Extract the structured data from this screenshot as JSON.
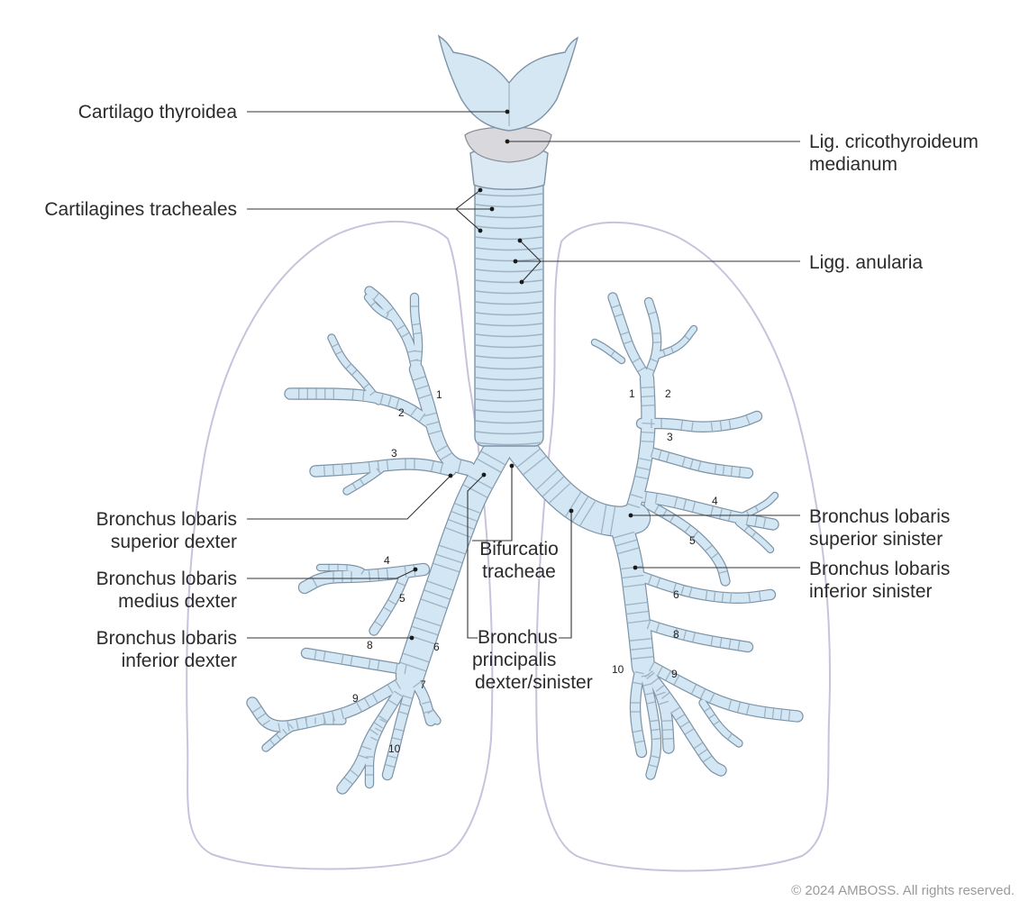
{
  "figure": {
    "labels": {
      "cartilago_thyroidea": "Cartilago thyroidea",
      "lig_cricothyroideum_1": "Lig. cricothyroideum",
      "lig_cricothyroideum_2": "medianum",
      "cartilagines_tracheales": "Cartilagines tracheales",
      "ligg_anularia": "Ligg. anularia",
      "bronchus_sup_dexter_1": "Bronchus lobaris",
      "bronchus_sup_dexter_2": "superior dexter",
      "bronchus_medius_dexter_1": "Bronchus lobaris",
      "bronchus_medius_dexter_2": "medius dexter",
      "bronchus_inf_dexter_1": "Bronchus lobaris",
      "bronchus_inf_dexter_2": "inferior dexter",
      "bifurcatio_1": "Bifurcatio",
      "bifurcatio_2": "tracheae",
      "bronchus_principalis_1": "Bronchus",
      "bronchus_principalis_2": "principalis",
      "bronchus_principalis_3": "dexter/sinister",
      "bronchus_sup_sinister_1": "Bronchus lobaris",
      "bronchus_sup_sinister_2": "superior sinister",
      "bronchus_inf_sinister_1": "Bronchus lobaris",
      "bronchus_inf_sinister_2": "inferior sinister"
    },
    "segment_numbers": {
      "right": [
        "1",
        "2",
        "3",
        "4",
        "5",
        "6",
        "7",
        "8",
        "9",
        "10"
      ],
      "left": [
        "1",
        "2",
        "3",
        "4",
        "5",
        "6",
        "8",
        "9",
        "10"
      ]
    },
    "copyright": "© 2024 AMBOSS. All rights reserved.",
    "colors": {
      "airway_fill": "#d3e6f4",
      "airway_outline": "#7d93a6",
      "lung_outline": "#c9c2dc",
      "leader_line": "#333333"
    }
  }
}
